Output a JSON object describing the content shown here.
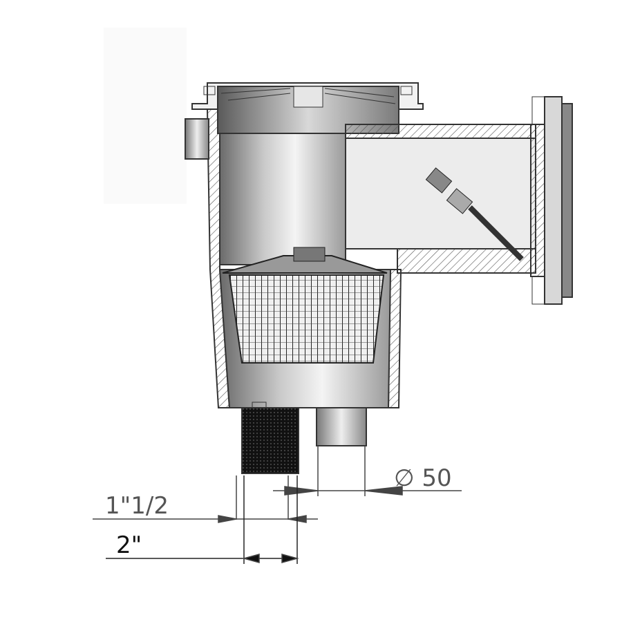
{
  "drawing": {
    "subject": "skimmer",
    "dimensions": {
      "outlet_diameter": "∅ 50",
      "thread_small": "1\"1/2",
      "thread_large": "2\""
    },
    "colors": {
      "line": "#333333",
      "body_dark": "#6e6e6e",
      "body_light": "#e8e8e8",
      "dim_text_gray": "#555555",
      "dim_text_black": "#111111"
    }
  }
}
